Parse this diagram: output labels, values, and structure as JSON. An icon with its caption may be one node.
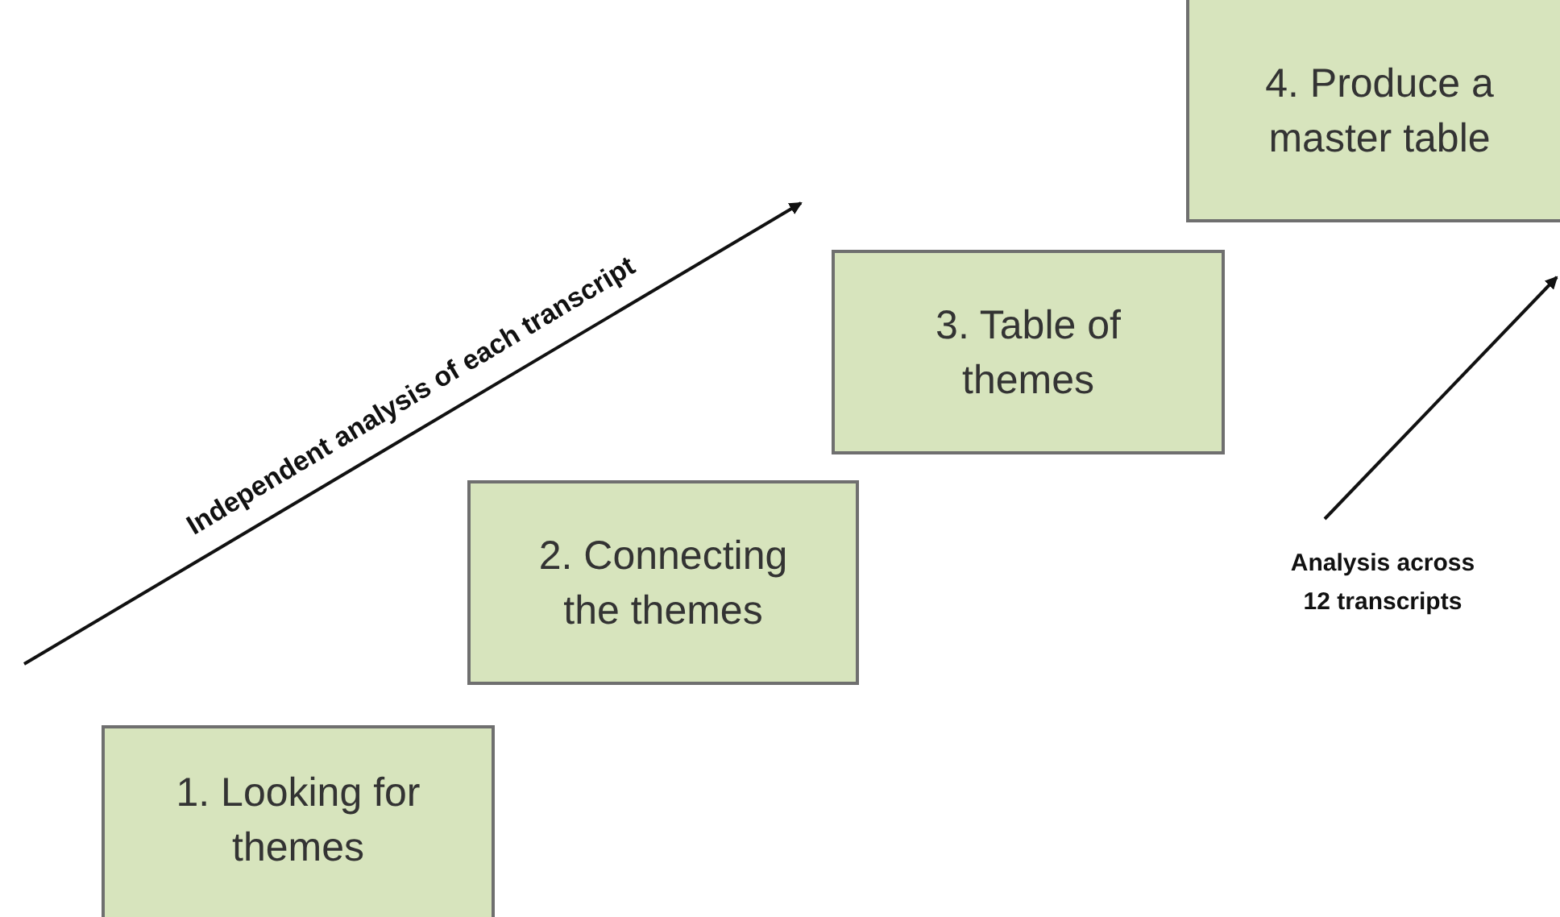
{
  "diagram": {
    "nodes": [
      {
        "text": [
          "1. Looking for themes"
        ]
      },
      {
        "text": [
          "2. Connecting the themes"
        ]
      },
      {
        "text": [
          "3. Table of themes"
        ]
      },
      {
        "text": [
          "4. Produce a master table"
        ]
      }
    ],
    "labels": [
      "Independent analysis of each transcript",
      "Analysis across 12 transcripts"
    ]
  }
}
